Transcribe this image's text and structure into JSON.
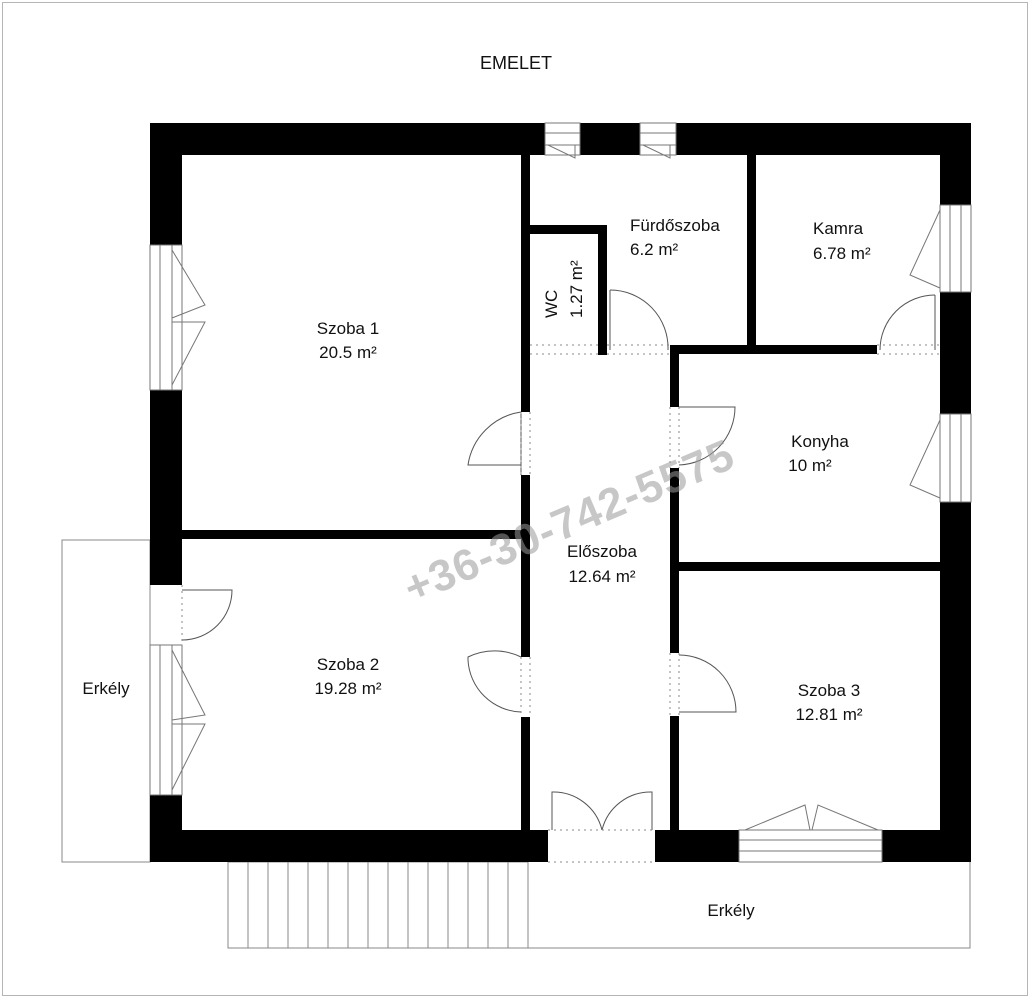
{
  "plan": {
    "title": "EMELET",
    "watermark": "+36-30-742-5575",
    "rooms": [
      {
        "id": "szoba1",
        "name": "Szoba 1",
        "area": "20.5 m²"
      },
      {
        "id": "szoba2",
        "name": "Szoba 2",
        "area": "19.28 m²"
      },
      {
        "id": "szoba3",
        "name": "Szoba 3",
        "area": "12.81 m²"
      },
      {
        "id": "furdoszoba",
        "name": "Fürdőszoba",
        "area": "6.2 m²"
      },
      {
        "id": "kamra",
        "name": "Kamra",
        "area": "6.78 m²"
      },
      {
        "id": "konyha",
        "name": "Konyha",
        "area": "10 m²"
      },
      {
        "id": "eloszoba",
        "name": "Előszoba",
        "area": "12.64 m²"
      },
      {
        "id": "wc",
        "name": "WC",
        "area": "1.27 m²"
      }
    ],
    "balconies": [
      {
        "id": "erkely-left",
        "name": "Erkély"
      },
      {
        "id": "erkely-bottom",
        "name": "Erkély"
      }
    ]
  }
}
